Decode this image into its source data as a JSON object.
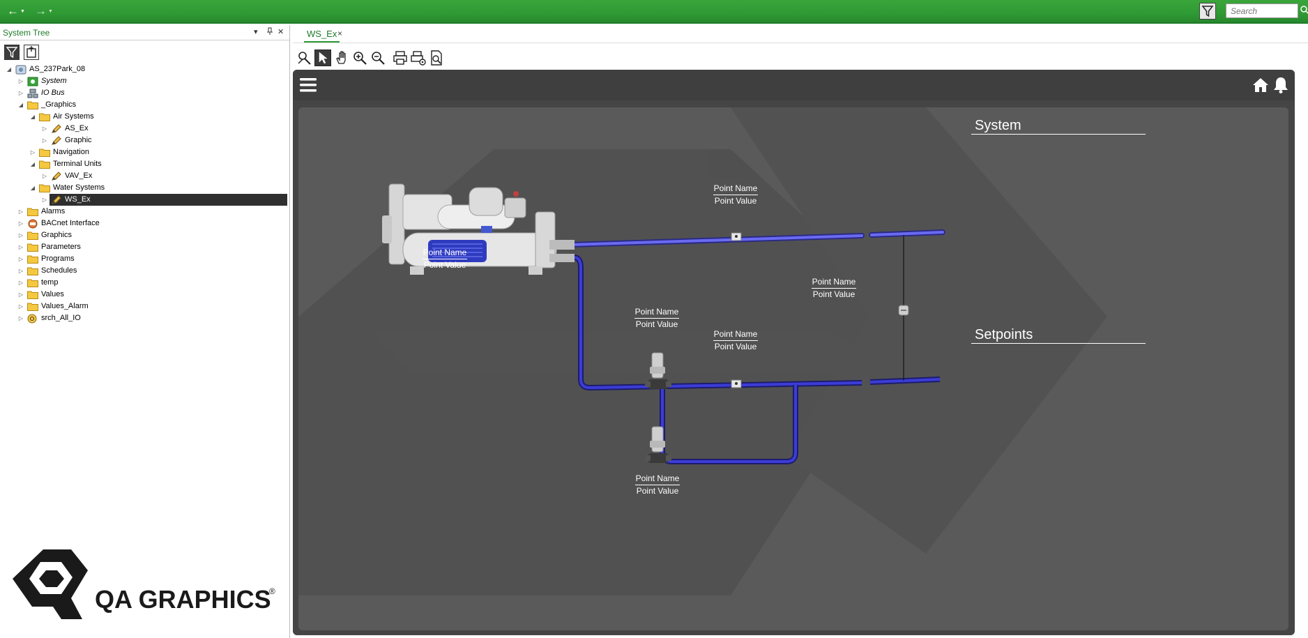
{
  "app": {
    "search_placeholder": "Search"
  },
  "tree_panel": {
    "title": "System Tree",
    "pin_glyph": "▾",
    "dock_glyph": "⊓",
    "close_glyph": "✕",
    "items": [
      {
        "label": "AS_237Park_08",
        "level": 0,
        "expand": "◢",
        "icon": "server-icon",
        "italic": false
      },
      {
        "label": "System",
        "level": 1,
        "expand": "▷",
        "icon": "system-icon",
        "italic": true
      },
      {
        "label": "IO Bus",
        "level": 1,
        "expand": "▷",
        "icon": "io-bus-icon",
        "italic": true
      },
      {
        "label": "_Graphics",
        "level": 1,
        "expand": "◢",
        "icon": "folder-icon",
        "italic": false
      },
      {
        "label": "Air Systems",
        "level": 2,
        "expand": "◢",
        "icon": "folder-icon",
        "italic": false
      },
      {
        "label": "AS_Ex",
        "level": 3,
        "expand": "▷",
        "icon": "graphic-pen-icon",
        "italic": false
      },
      {
        "label": "Graphic",
        "level": 3,
        "expand": "▷",
        "icon": "graphic-pen-icon",
        "italic": false
      },
      {
        "label": "Navigation",
        "level": 2,
        "expand": "▷",
        "icon": "folder-icon",
        "italic": false
      },
      {
        "label": "Terminal Units",
        "level": 2,
        "expand": "◢",
        "icon": "folder-icon",
        "italic": false
      },
      {
        "label": "VAV_Ex",
        "level": 3,
        "expand": "▷",
        "icon": "graphic-pen-icon",
        "italic": false
      },
      {
        "label": "Water Systems",
        "level": 2,
        "expand": "◢",
        "icon": "folder-icon",
        "italic": false
      },
      {
        "label": "WS_Ex",
        "level": 3,
        "expand": "▷",
        "icon": "graphic-pen-icon",
        "italic": false,
        "selected": true
      },
      {
        "label": "Alarms",
        "level": 1,
        "expand": "▷",
        "icon": "folder-icon",
        "italic": false
      },
      {
        "label": "BACnet Interface",
        "level": 1,
        "expand": "▷",
        "icon": "bacnet-icon",
        "italic": false
      },
      {
        "label": "Graphics",
        "level": 1,
        "expand": "▷",
        "icon": "folder-icon",
        "italic": false
      },
      {
        "label": "Parameters",
        "level": 1,
        "expand": "▷",
        "icon": "folder-icon",
        "italic": false
      },
      {
        "label": "Programs",
        "level": 1,
        "expand": "▷",
        "icon": "folder-icon",
        "italic": false
      },
      {
        "label": "Schedules",
        "level": 1,
        "expand": "▷",
        "icon": "folder-icon",
        "italic": false
      },
      {
        "label": "temp",
        "level": 1,
        "expand": "▷",
        "icon": "folder-icon",
        "italic": false
      },
      {
        "label": "Values",
        "level": 1,
        "expand": "▷",
        "icon": "folder-icon",
        "italic": false
      },
      {
        "label": "Values_Alarm",
        "level": 1,
        "expand": "▷",
        "icon": "folder-icon",
        "italic": false
      },
      {
        "label": "srch_All_IO",
        "level": 1,
        "expand": "▷",
        "icon": "search-folder-icon",
        "italic": false
      }
    ]
  },
  "logo": {
    "text": "QA GRAPHICS",
    "mark": "®"
  },
  "document_tab": {
    "label": "WS_Ex",
    "close_glyph": "×"
  },
  "graphic": {
    "section_system": "System",
    "section_setpoints": "Setpoints",
    "points": [
      {
        "id": "chiller",
        "name": "Point Name",
        "value": "Point Value"
      },
      {
        "id": "supply-sensor",
        "name": "Point Name",
        "value": "Point Value"
      },
      {
        "id": "bypass-valve",
        "name": "Point Name",
        "value": "Point Value"
      },
      {
        "id": "pump-1",
        "name": "Point Name",
        "value": "Point Value"
      },
      {
        "id": "return-sensor",
        "name": "Point Name",
        "value": "Point Value"
      },
      {
        "id": "pump-2",
        "name": "Point Name",
        "value": "Point Value"
      }
    ]
  },
  "colors": {
    "accent_green": "#2f9a34",
    "pipe_blue": "#4a4ae0",
    "canvas_bg": "#5a5a5a",
    "header_bg": "#3f3f3f"
  }
}
